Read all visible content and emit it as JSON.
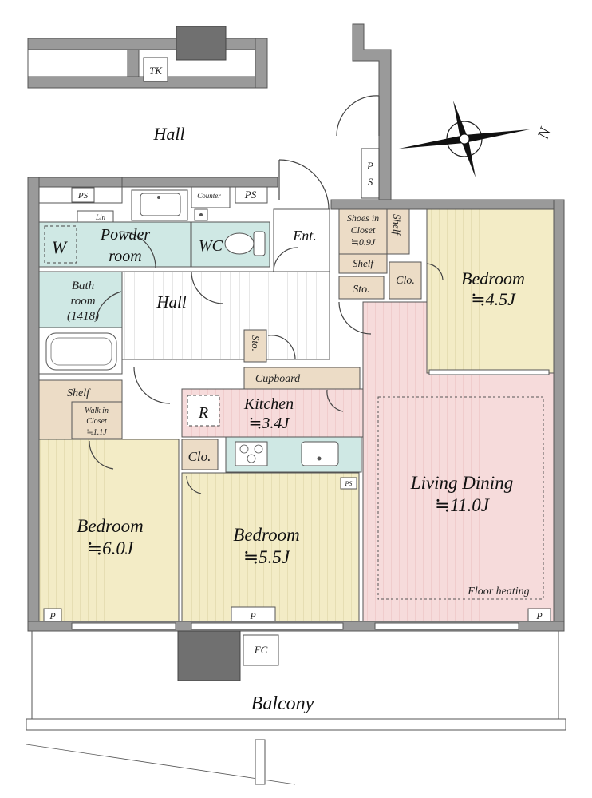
{
  "labels": {
    "hall_top": "Hall",
    "tk": "TK",
    "ps_top": "P\nS",
    "ps_a": "PS",
    "ps_b": "PS",
    "counter": "Counter",
    "lin": "Lin",
    "w": "W",
    "powder": "Powder",
    "room": "room",
    "wc": "WC",
    "ent": "Ent.",
    "shoes1": "Shoes in",
    "shoes2": "Closet",
    "shoes3": "≒0.9J",
    "shelf_v": "Shelf",
    "shelf_small": "Shelf",
    "clo_bed1": "Clo.",
    "sto_a": "Sto.",
    "bed_ne_name": "Bedroom",
    "bed_ne_size": "≒4.5J",
    "bath1": "Bath",
    "bath2": "room",
    "bath3": "(1418)",
    "hall_in": "Hall",
    "sto_b": "Sto.",
    "cupboard": "Cupboard",
    "shelf_w": "Shelf",
    "walk1": "Walk in",
    "walk2": "Closet",
    "walk3": "≒1.1J",
    "r": "R",
    "kitchen": "Kitchen",
    "kitchen_size": "≒3.4J",
    "clo_mid": "Clo.",
    "ps_small": "PS",
    "ld_name": "Living Dining",
    "ld_size": "≒11.0J",
    "floor_heating": "Floor heating",
    "bed_w_name": "Bedroom",
    "bed_w_size": "≒6.0J",
    "bed_c_name": "Bedroom",
    "bed_c_size": "≒5.5J",
    "p1": "P",
    "p2": "P",
    "p3": "P",
    "fc": "FC",
    "balcony": "Balcony",
    "north": "N"
  },
  "colors": {
    "wet_area": "#cfe8e4",
    "bedroom": "#f3ecc6",
    "living": "#f6dbdb",
    "storage": "#ecdcc6",
    "hall_floor": "#ffffff",
    "wall": "#9a9a9a",
    "dark_block": "#707070"
  }
}
